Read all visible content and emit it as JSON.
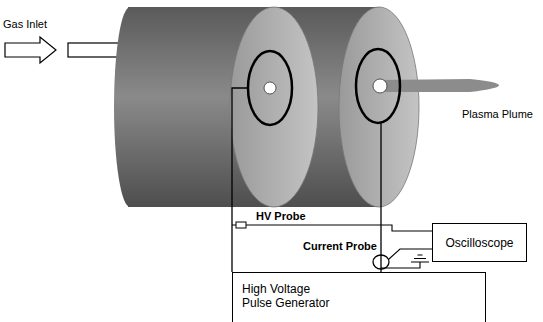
{
  "diagram": {
    "nodes": [
      {
        "text": [
          "Oscilloscope"
        ]
      },
      {
        "text": [
          "High Voltage Pulse Generator"
        ]
      }
    ],
    "labels": [
      "Gas Inlet",
      "Plasma Plume",
      "HV Probe",
      "Current Probe"
    ]
  }
}
